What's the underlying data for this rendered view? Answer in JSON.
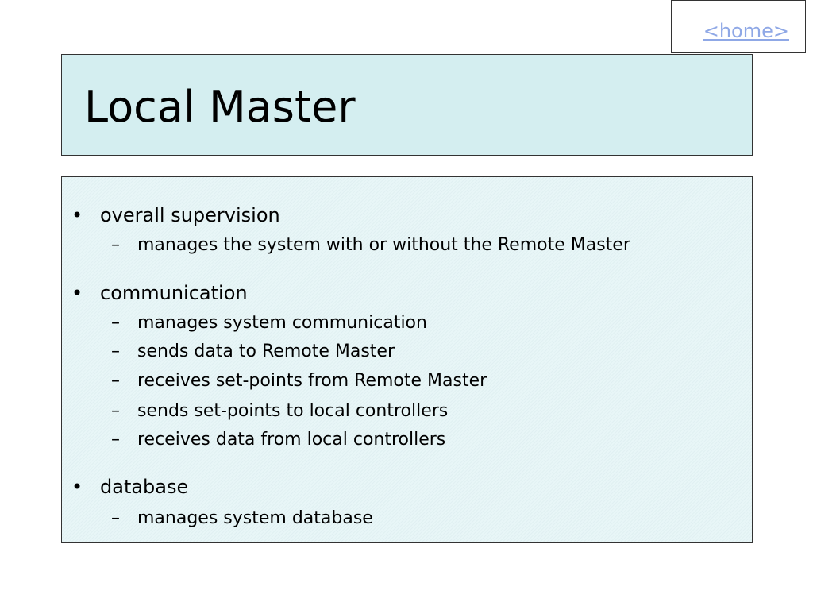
{
  "nav": {
    "home_label": "<home>"
  },
  "slide": {
    "title": "Local Master",
    "bullets": [
      {
        "text": "overall supervision",
        "subitems": [
          "manages the system with or without the Remote Master"
        ]
      },
      {
        "text": "communication",
        "subitems": [
          "manages system communication",
          "sends data to Remote Master",
          "receives set-points from Remote Master",
          "sends set-points to local controllers",
          "receives data from local controllers"
        ]
      },
      {
        "text": "database",
        "subitems": [
          "manages system database"
        ]
      }
    ],
    "bullet_glyph": "•",
    "dash_glyph": "–"
  },
  "colors": {
    "title_background": "#d4eef0",
    "content_background": "#e8f6f7",
    "link_color": "#8fa8e6",
    "border": "#333333"
  }
}
